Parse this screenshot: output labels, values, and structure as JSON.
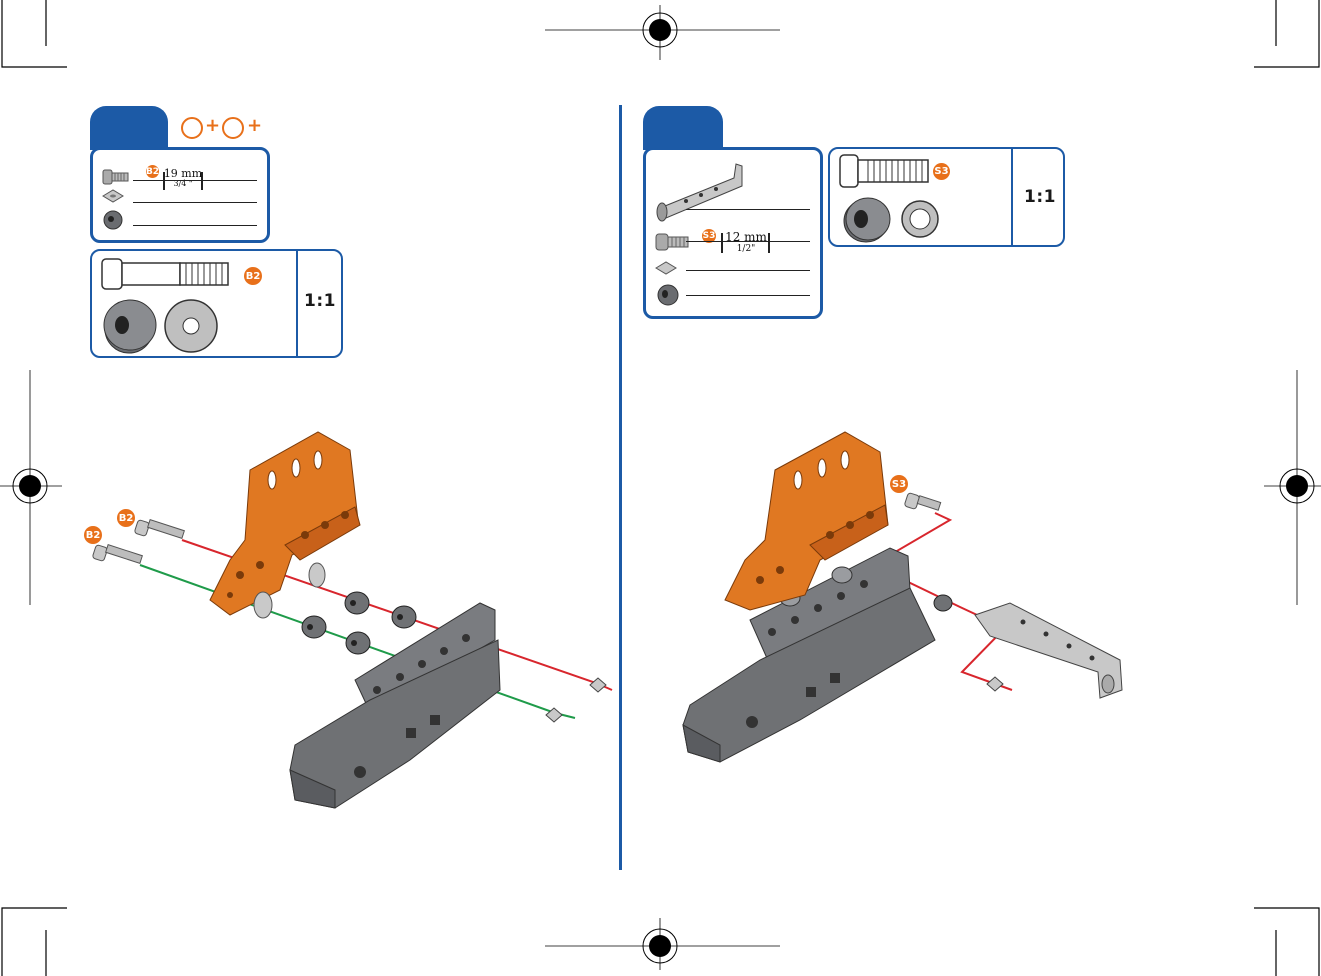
{
  "left_step": {
    "parts_box": {
      "badge": "B2",
      "length_metric": "19 mm",
      "length_imperial": "3/4 \""
    },
    "scale_box": {
      "badge": "B2",
      "ratio": "1:1"
    },
    "assembly_badges": [
      "B2",
      "B2"
    ]
  },
  "right_step": {
    "parts_box": {
      "badge": "S3",
      "length_metric": "12 mm",
      "length_imperial": "1/2\""
    },
    "scale_box": {
      "badge": "S3",
      "ratio": "1:1"
    },
    "assembly_badges": [
      "S3"
    ]
  },
  "colors": {
    "brand_blue": "#1c5aa6",
    "accent_orange": "#e8701a",
    "guide_red": "#d8262d",
    "guide_green": "#1f9b4a",
    "part_grey": "#6f7174"
  }
}
